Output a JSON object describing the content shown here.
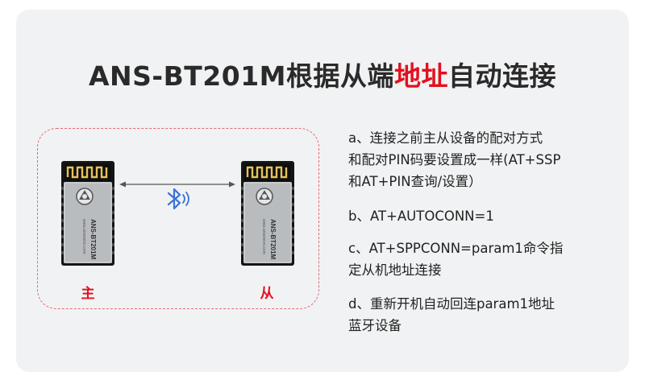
{
  "title": {
    "prefix": "ANS-BT201M根据从端",
    "highlight": "地址",
    "suffix": "自动连接"
  },
  "modules": {
    "left": {
      "label": "主",
      "chip_text": "ANS-BT201M",
      "chip_url": "www.ansvision.com"
    },
    "right": {
      "label": "从",
      "chip_text": "ANS-BT201M",
      "chip_url": "www.ansvision.com"
    }
  },
  "steps": [
    {
      "lines": [
        "a、连接之前主从设备的配对方式",
        "和配对PIN码要设置成一样(AT+SSP",
        "和AT+PIN查询/设置）"
      ]
    },
    {
      "lines": [
        "b、AT+AUTOCONN=1"
      ]
    },
    {
      "lines": [
        "c、AT+SPPCONN=param1命令指",
        "定从机地址连接"
      ]
    },
    {
      "lines": [
        "d、重新开机自动回连param1地址",
        "蓝牙设备"
      ]
    }
  ],
  "colors": {
    "accent": "#e3101e",
    "card_bg": "#f1f2f3",
    "bluetooth": "#3a73d6",
    "antenna": "#e6c25a"
  },
  "icons": {
    "bluetooth": "bluetooth-icon",
    "link": "double-arrow-icon"
  }
}
